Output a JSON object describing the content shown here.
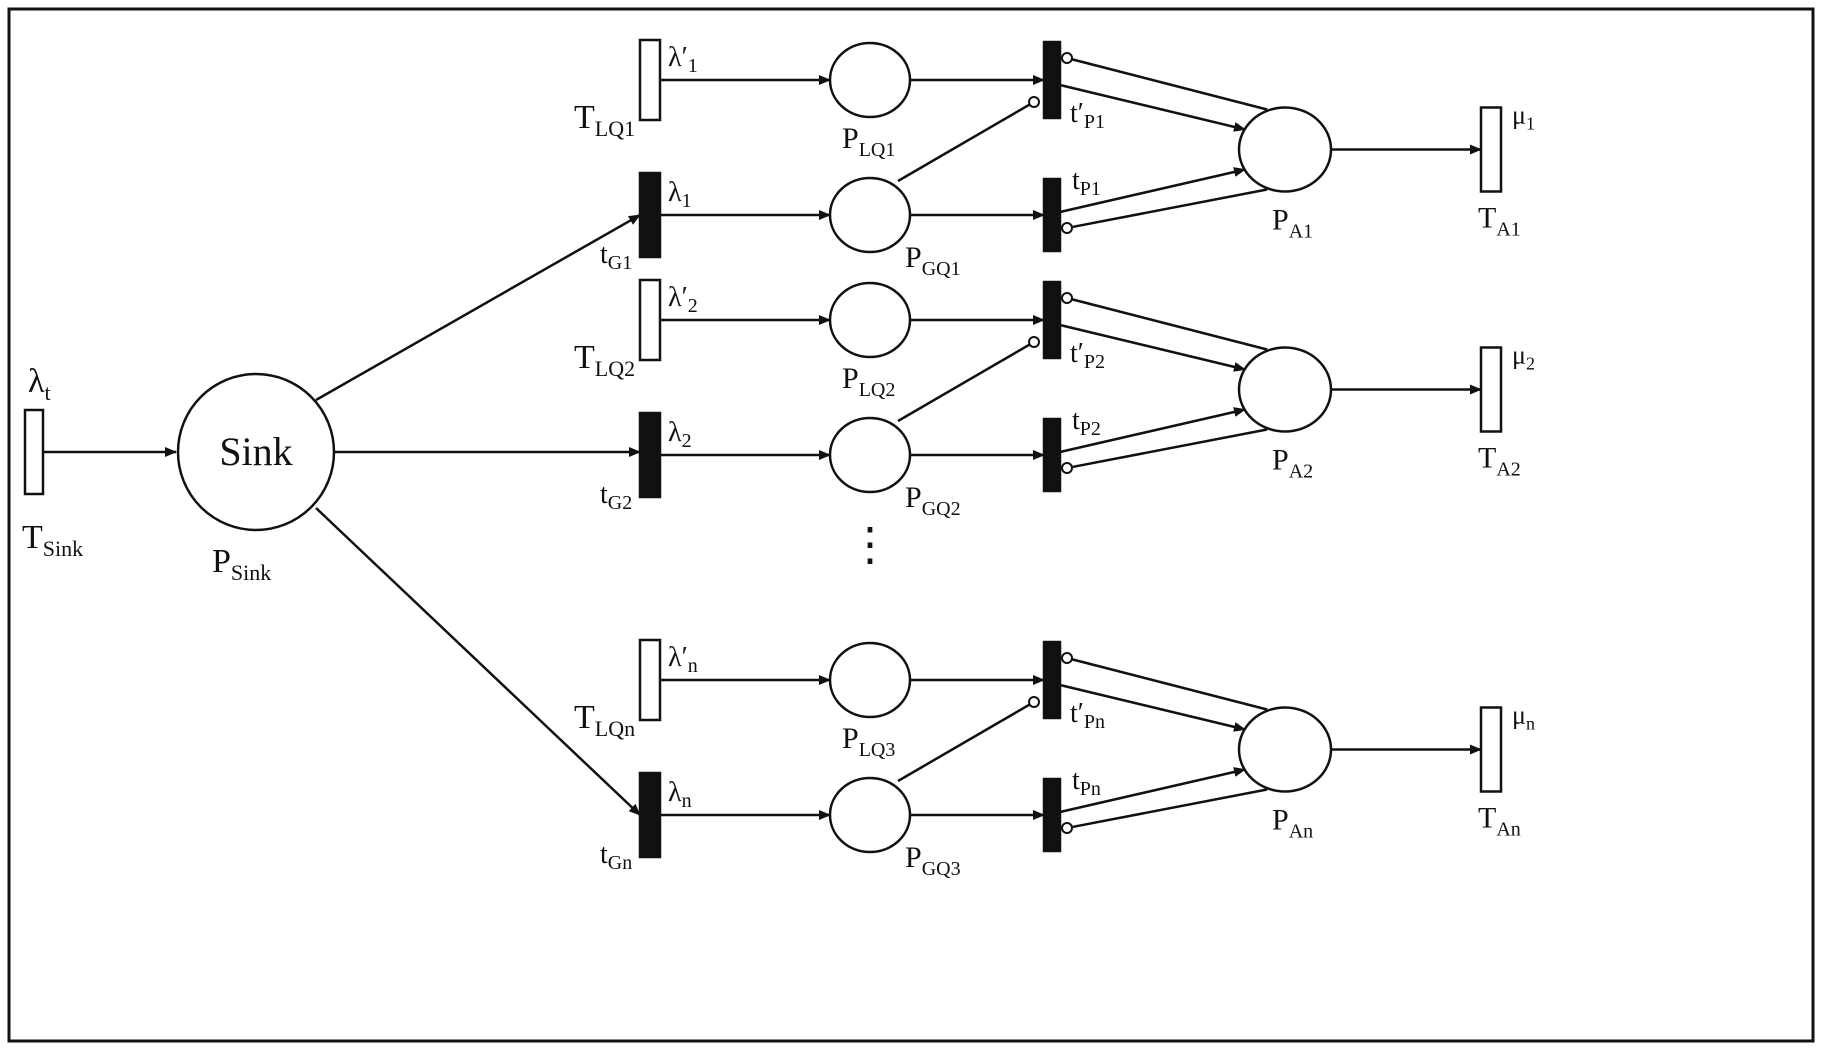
{
  "colors": {
    "line": "#111111",
    "background": "#ffffff",
    "timed_transition_fill": "#ffffff",
    "immediate_transition_fill": "#111111"
  },
  "sink": {
    "place_text": "Sink",
    "place_label": {
      "main": "P",
      "sub": "Sink"
    },
    "transition_label": {
      "main": "T",
      "sub": "Sink"
    },
    "rate_label": {
      "main": "λ",
      "sub": "t"
    }
  },
  "ellipsis": "⋮",
  "rows": [
    {
      "id": "1",
      "local_transition": {
        "main": "T",
        "sub": "LQ1"
      },
      "local_rate": {
        "main": "λ′",
        "sub": "1"
      },
      "local_place": {
        "main": "P",
        "sub": "LQ1"
      },
      "gen_transition": {
        "main": "t",
        "sub": "G1"
      },
      "gen_rate": {
        "main": "λ",
        "sub": "1"
      },
      "global_place": {
        "main": "P",
        "sub": "GQ1"
      },
      "local_immediate": {
        "main": "t′",
        "sub": "P1"
      },
      "global_immediate": {
        "main": "t",
        "sub": "P1"
      },
      "agent_place": {
        "main": "P",
        "sub": "A1"
      },
      "agent_transition": {
        "main": "T",
        "sub": "A1"
      },
      "service_rate": {
        "main": "μ",
        "sub": "1"
      }
    },
    {
      "id": "2",
      "local_transition": {
        "main": "T",
        "sub": "LQ2"
      },
      "local_rate": {
        "main": "λ′",
        "sub": "2"
      },
      "local_place": {
        "main": "P",
        "sub": "LQ2"
      },
      "gen_transition": {
        "main": "t",
        "sub": "G2"
      },
      "gen_rate": {
        "main": "λ",
        "sub": "2"
      },
      "global_place": {
        "main": "P",
        "sub": "GQ2"
      },
      "local_immediate": {
        "main": "t′",
        "sub": "P2"
      },
      "global_immediate": {
        "main": "t",
        "sub": "P2"
      },
      "agent_place": {
        "main": "P",
        "sub": "A2"
      },
      "agent_transition": {
        "main": "T",
        "sub": "A2"
      },
      "service_rate": {
        "main": "μ",
        "sub": "2"
      }
    },
    {
      "id": "n",
      "local_transition": {
        "main": "T",
        "sub": "LQn"
      },
      "local_rate": {
        "main": "λ′",
        "sub": "n"
      },
      "local_place": {
        "main": "P",
        "sub": "LQ3"
      },
      "gen_transition": {
        "main": "t",
        "sub": "Gn"
      },
      "gen_rate": {
        "main": "λ",
        "sub": "n"
      },
      "global_place": {
        "main": "P",
        "sub": "GQ3"
      },
      "local_immediate": {
        "main": "t′",
        "sub": "Pn"
      },
      "global_immediate": {
        "main": "t",
        "sub": "Pn"
      },
      "agent_place": {
        "main": "P",
        "sub": "An"
      },
      "agent_transition": {
        "main": "T",
        "sub": "An"
      },
      "service_rate": {
        "main": "μ",
        "sub": "n"
      }
    }
  ]
}
